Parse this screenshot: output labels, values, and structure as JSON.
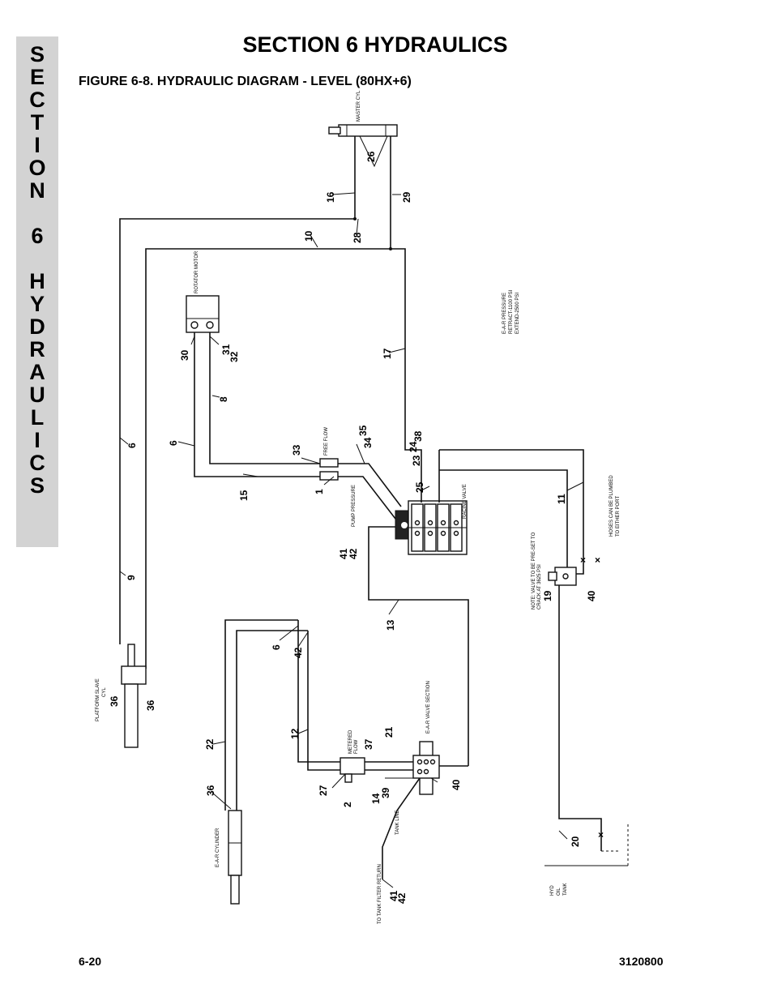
{
  "side_tab": {
    "letters": [
      "S",
      "E",
      "C",
      "T",
      "I",
      "O",
      "N",
      "",
      "6",
      "",
      "H",
      "Y",
      "D",
      "R",
      "A",
      "U",
      "L",
      "I",
      "C",
      "S"
    ]
  },
  "header": {
    "title": "SECTION 6  HYDRAULICS"
  },
  "figure": {
    "title": "FIGURE 6-8.    HYDRAULIC DIAGRAM - LEVEL (80HX+6)"
  },
  "footer": {
    "page": "6-20",
    "doc_number": "3120800"
  },
  "diagram": {
    "components": {
      "master_cyl": "MASTER CYL",
      "rotator_motor": "ROTATOR MOTOR",
      "ear_pressure": [
        "E-A-R PRESSURE",
        "RETRACT-1100 PSI",
        "EXTEND-2500 PSI"
      ],
      "free_flow": "FREE FLOW",
      "pump_pressure": "PUMP PRESSURE",
      "racine_valve": "RACINE VALVE",
      "hoses_note": [
        "HOSES CAN BE PLUMBED",
        "TO EITHER PORT"
      ],
      "valve_note": [
        "NOTE: VALVE TO BE PRE-SET TO",
        "CRACK AT 3625 PSI"
      ],
      "platform_slave": [
        "PLATFORM SLAVE",
        "CYL"
      ],
      "ear_valve_section": "E-A-R VALVE SECTION",
      "metered_flow": [
        "METERED",
        "FLOW"
      ],
      "ear_cylinder": "E-A-R CYLINDER",
      "tank_line": "TANK LINE",
      "to_tank_filter": "TO TANK FILTER RETURN",
      "hyd_oil_tank": [
        "HYD",
        "OIL",
        "TANK"
      ]
    },
    "callouts": {
      "c26": "26",
      "c16": "16",
      "c29": "29",
      "c10": "10",
      "c28": "28",
      "c30": "30",
      "c31": "31",
      "c32": "32",
      "c8": "8",
      "c17": "17",
      "c6a": "6",
      "c6b": "6",
      "c6c": "6",
      "c35": "35",
      "c34": "34",
      "c33": "33",
      "c38": "38",
      "c24": "24",
      "c23": "23",
      "c15": "15",
      "c1": "1",
      "c25": "25",
      "c11": "11",
      "c41a": "41",
      "c42a": "42",
      "c19": "19",
      "c40a": "40",
      "c9": "9",
      "c13": "13",
      "c42b": "42",
      "c36a": "36",
      "c36b": "36",
      "c22": "22",
      "c12": "12",
      "c37": "37",
      "c21": "21",
      "c36c": "36",
      "c27": "27",
      "c2": "2",
      "c14": "14",
      "c39": "39",
      "c40b": "40",
      "c20": "20",
      "c41b": "41",
      "c42c": "42"
    }
  }
}
